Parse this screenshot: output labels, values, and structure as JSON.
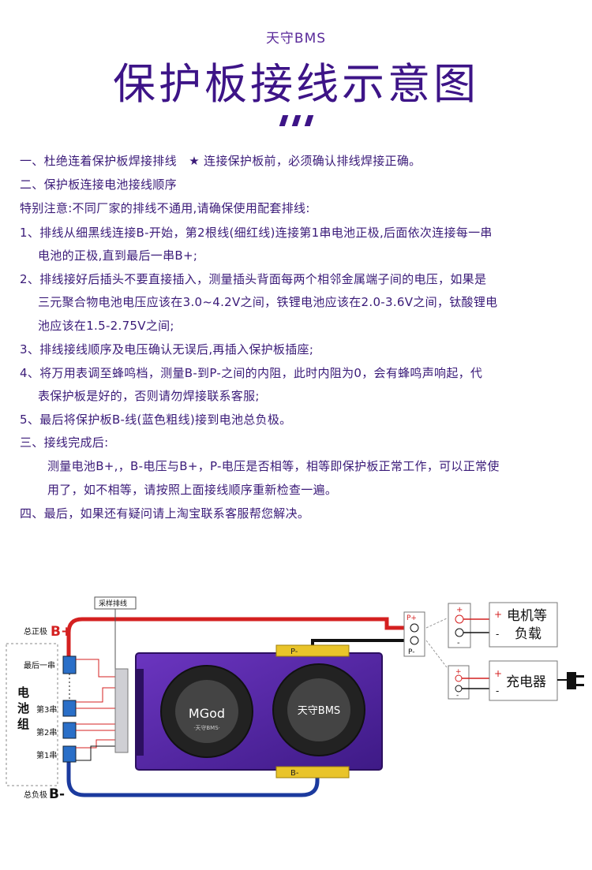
{
  "header": {
    "brand": "天守BMS",
    "title": "保护板接线示意图"
  },
  "instructions": {
    "l1": "一、杜绝连着保护板焊接排线　★ 连接保护板前，必须确认排线焊接正确。",
    "l2": "二、保护板连接电池接线顺序",
    "l3": "特别注意:不同厂家的排线不通用,请确保使用配套排线:",
    "l4": "1、排线从细黑线连接B-开始，第2根线(细红线)连接第1串电池正极,后面依次连接每一串",
    "l5": "电池的正极,直到最后一串B+;",
    "l6": "2、排线接好后插头不要直接插入，测量插头背面每两个相邻金属端子间的电压，如果是",
    "l7": "三元聚合物电池电压应该在3.0~4.2V之间，铁锂电池应该在2.0-3.6V之间，钛酸锂电",
    "l8": "池应该在1.5-2.75V之间;",
    "l9": "3、排线接线顺序及电压确认无误后,再插入保护板插座;",
    "l10": "4、将万用表调至蜂鸣档，测量B-到P-之间的内阻，此时内阻为0，会有蜂鸣声响起，代",
    "l11": "表保护板是好的，否则请勿焊接联系客服;",
    "l12": "5、最后将保护板B-线(蓝色粗线)接到电池总负极。",
    "l13": "三、接线完成后:",
    "l14": "测量电池B+,，B-电压与B+，P-电压是否相等，相等即保护板正常工作，可以正常使",
    "l15": "用了，如不相等，请按照上面接线顺序重新检查一遍。",
    "l16": "四、最后，如果还有疑问请上淘宝联系客服帮您解决。"
  },
  "diagram": {
    "sampling_cable": "采样排线",
    "total_positive": "总正极",
    "b_plus": "B+",
    "last_cell": "最后一串",
    "battery_pack": [
      "电",
      "池",
      "组"
    ],
    "cell3": "第3串",
    "cell2": "第2串",
    "cell1": "第1串",
    "total_negative": "总负极",
    "b_minus": "B-",
    "p_minus_pad": "P-",
    "b_minus_pad": "B-",
    "p_plus_term": "P+",
    "p_minus_term": "P-",
    "fan_left_brand": "MGod",
    "fan_left_sub": "·天守BMS·",
    "fan_right_brand": "天守BMS",
    "plus": "+",
    "minus": "-",
    "load_line1": "电机等",
    "load_line2": "负载",
    "charger": "充电器"
  },
  "colors": {
    "title": "#3d1487",
    "text": "#3a1a78",
    "board": "#5b2aa8",
    "wire_red": "#d42020",
    "wire_blue": "#1b3a9e",
    "cell_blue": "#2a6fc8",
    "pad_gold": "#e9c42a"
  }
}
